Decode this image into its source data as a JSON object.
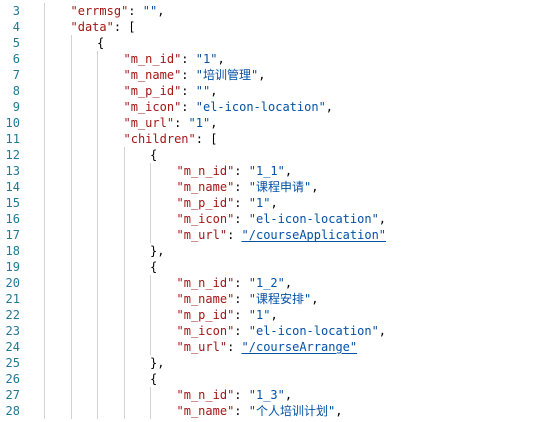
{
  "editor": {
    "lines": [
      {
        "n": "3",
        "indent": 1,
        "tokens": [
          [
            "k",
            "\"errmsg\""
          ],
          [
            "p",
            ": "
          ],
          [
            "s",
            "\"\""
          ],
          [
            "p",
            ","
          ]
        ]
      },
      {
        "n": "4",
        "indent": 1,
        "tokens": [
          [
            "k",
            "\"data\""
          ],
          [
            "p",
            ": ["
          ]
        ]
      },
      {
        "n": "5",
        "indent": 2,
        "tokens": [
          [
            "p",
            "{"
          ]
        ]
      },
      {
        "n": "6",
        "indent": 3,
        "tokens": [
          [
            "k",
            "\"m_n_id\""
          ],
          [
            "p",
            ": "
          ],
          [
            "s",
            "\"1\""
          ],
          [
            "p",
            ","
          ]
        ]
      },
      {
        "n": "7",
        "indent": 3,
        "tokens": [
          [
            "k",
            "\"m_name\""
          ],
          [
            "p",
            ": "
          ],
          [
            "s",
            "\"培训管理\""
          ],
          [
            "p",
            ","
          ]
        ]
      },
      {
        "n": "8",
        "indent": 3,
        "tokens": [
          [
            "k",
            "\"m_p_id\""
          ],
          [
            "p",
            ": "
          ],
          [
            "s",
            "\"\""
          ],
          [
            "p",
            ","
          ]
        ]
      },
      {
        "n": "9",
        "indent": 3,
        "tokens": [
          [
            "k",
            "\"m_icon\""
          ],
          [
            "p",
            ": "
          ],
          [
            "s",
            "\"el-icon-location\""
          ],
          [
            "p",
            ","
          ]
        ]
      },
      {
        "n": "10",
        "indent": 3,
        "tokens": [
          [
            "k",
            "\"m_url\""
          ],
          [
            "p",
            ": "
          ],
          [
            "s",
            "\"1\""
          ],
          [
            "p",
            ","
          ]
        ]
      },
      {
        "n": "11",
        "indent": 3,
        "tokens": [
          [
            "k",
            "\"children\""
          ],
          [
            "p",
            ": ["
          ]
        ]
      },
      {
        "n": "12",
        "indent": 4,
        "tokens": [
          [
            "p",
            "{"
          ]
        ]
      },
      {
        "n": "13",
        "indent": 5,
        "tokens": [
          [
            "k",
            "\"m_n_id\""
          ],
          [
            "p",
            ": "
          ],
          [
            "s",
            "\"1_1\""
          ],
          [
            "p",
            ","
          ]
        ]
      },
      {
        "n": "14",
        "indent": 5,
        "tokens": [
          [
            "k",
            "\"m_name\""
          ],
          [
            "p",
            ": "
          ],
          [
            "s",
            "\"课程申请\""
          ],
          [
            "p",
            ","
          ]
        ]
      },
      {
        "n": "15",
        "indent": 5,
        "tokens": [
          [
            "k",
            "\"m_p_id\""
          ],
          [
            "p",
            ": "
          ],
          [
            "s",
            "\"1\""
          ],
          [
            "p",
            ","
          ]
        ]
      },
      {
        "n": "16",
        "indent": 5,
        "tokens": [
          [
            "k",
            "\"m_icon\""
          ],
          [
            "p",
            ": "
          ],
          [
            "s",
            "\"el-icon-location\""
          ],
          [
            "p",
            ","
          ]
        ]
      },
      {
        "n": "17",
        "indent": 5,
        "tokens": [
          [
            "k",
            "\"m_url\""
          ],
          [
            "p",
            ": "
          ],
          [
            "s",
            "\"/courseApplication\"",
            "url"
          ]
        ]
      },
      {
        "n": "18",
        "indent": 4,
        "tokens": [
          [
            "p",
            "},"
          ]
        ]
      },
      {
        "n": "19",
        "indent": 4,
        "tokens": [
          [
            "p",
            "{"
          ]
        ]
      },
      {
        "n": "20",
        "indent": 5,
        "tokens": [
          [
            "k",
            "\"m_n_id\""
          ],
          [
            "p",
            ": "
          ],
          [
            "s",
            "\"1_2\""
          ],
          [
            "p",
            ","
          ]
        ]
      },
      {
        "n": "21",
        "indent": 5,
        "tokens": [
          [
            "k",
            "\"m_name\""
          ],
          [
            "p",
            ": "
          ],
          [
            "s",
            "\"课程安排\""
          ],
          [
            "p",
            ","
          ]
        ]
      },
      {
        "n": "22",
        "indent": 5,
        "tokens": [
          [
            "k",
            "\"m_p_id\""
          ],
          [
            "p",
            ": "
          ],
          [
            "s",
            "\"1\""
          ],
          [
            "p",
            ","
          ]
        ]
      },
      {
        "n": "23",
        "indent": 5,
        "tokens": [
          [
            "k",
            "\"m_icon\""
          ],
          [
            "p",
            ": "
          ],
          [
            "s",
            "\"el-icon-location\""
          ],
          [
            "p",
            ","
          ]
        ]
      },
      {
        "n": "24",
        "indent": 5,
        "tokens": [
          [
            "k",
            "\"m_url\""
          ],
          [
            "p",
            ": "
          ],
          [
            "s",
            "\"/courseArrange\"",
            "url"
          ]
        ]
      },
      {
        "n": "25",
        "indent": 4,
        "tokens": [
          [
            "p",
            "},"
          ]
        ]
      },
      {
        "n": "26",
        "indent": 4,
        "tokens": [
          [
            "p",
            "{"
          ]
        ]
      },
      {
        "n": "27",
        "indent": 5,
        "tokens": [
          [
            "k",
            "\"m_n_id\""
          ],
          [
            "p",
            ": "
          ],
          [
            "s",
            "\"1_3\""
          ],
          [
            "p",
            ","
          ]
        ]
      },
      {
        "n": "28",
        "indent": 5,
        "tokens": [
          [
            "k",
            "\"m_name\""
          ],
          [
            "p",
            ": "
          ],
          [
            "s",
            "\"个人培训计划\""
          ],
          [
            "p",
            ","
          ]
        ]
      }
    ]
  },
  "colors": {
    "key": "#a31515",
    "string": "#0451a5",
    "punctuation": "#000000",
    "line_number": "#237893",
    "indent_guide": "#d3d3d3",
    "background": "#ffffff"
  }
}
